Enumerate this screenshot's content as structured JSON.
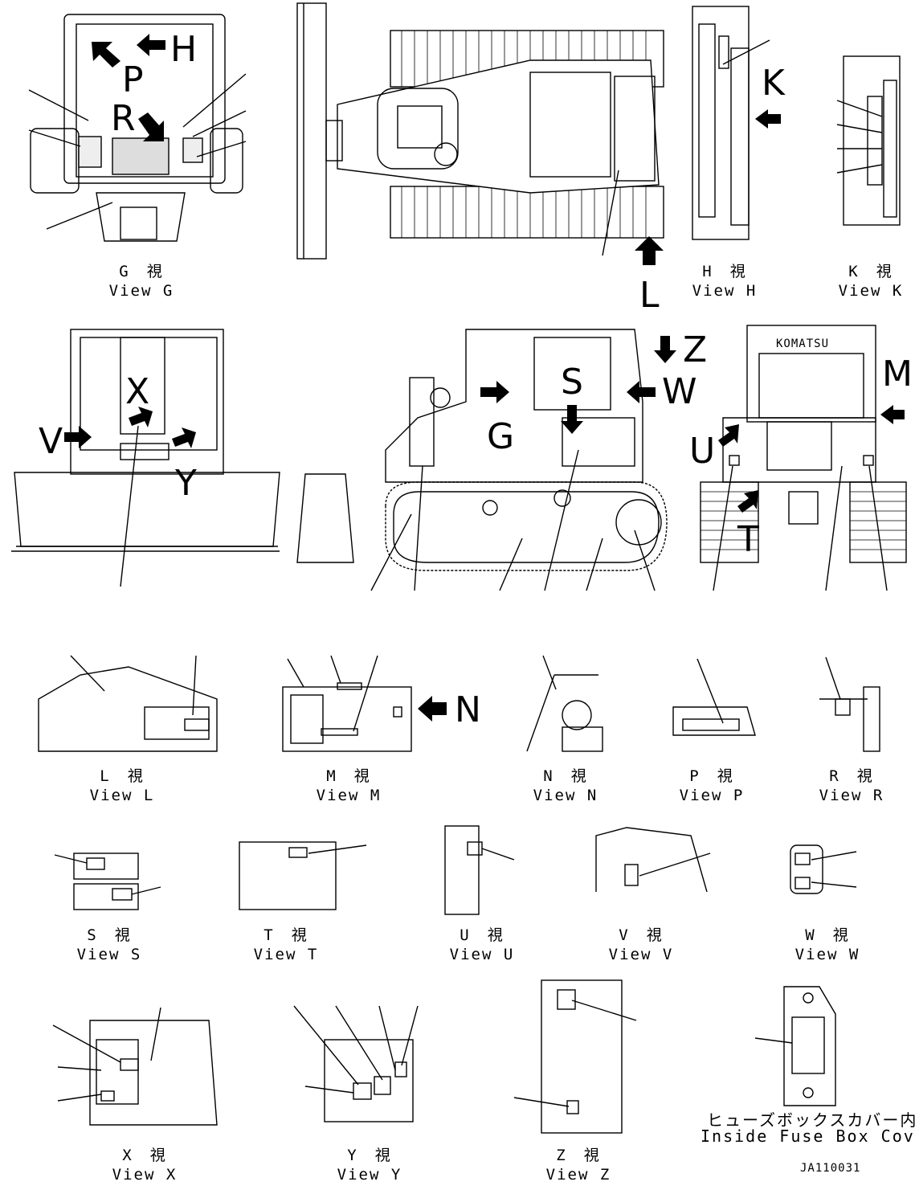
{
  "views": [
    {
      "id": "G",
      "jp": "G　視",
      "en": "View G"
    },
    {
      "id": "H",
      "jp": "H　視",
      "en": "View H"
    },
    {
      "id": "K",
      "jp": "K　視",
      "en": "View K"
    },
    {
      "id": "L",
      "jp": "L　視",
      "en": "View L"
    },
    {
      "id": "M",
      "jp": "M　視",
      "en": "View M"
    },
    {
      "id": "N",
      "jp": "N　視",
      "en": "View N"
    },
    {
      "id": "P",
      "jp": "P　視",
      "en": "View P"
    },
    {
      "id": "R",
      "jp": "R　視",
      "en": "View R"
    },
    {
      "id": "S",
      "jp": "S　視",
      "en": "View S"
    },
    {
      "id": "T",
      "jp": "T　視",
      "en": "View T"
    },
    {
      "id": "U",
      "jp": "U　視",
      "en": "View U"
    },
    {
      "id": "V",
      "jp": "V　視",
      "en": "View V"
    },
    {
      "id": "W",
      "jp": "W　視",
      "en": "View W"
    },
    {
      "id": "X",
      "jp": "X　視",
      "en": "View X"
    },
    {
      "id": "Y",
      "jp": "Y　視",
      "en": "View Y"
    },
    {
      "id": "Z",
      "jp": "Z　視",
      "en": "View Z"
    }
  ],
  "fuse_box": {
    "jp": "ヒューズボックスカバー内側",
    "en": "Inside Fuse Box Cover"
  },
  "drawing_code": "JA110031",
  "brand": "KOMATSU",
  "letters": {
    "H": "H",
    "P": "P",
    "R": "R",
    "K": "K",
    "L": "L",
    "Z": "Z",
    "W": "W",
    "S": "S",
    "G": "G",
    "X": "X",
    "V": "V",
    "Y": "Y",
    "M": "M",
    "U": "U",
    "T": "T",
    "N": "N"
  }
}
